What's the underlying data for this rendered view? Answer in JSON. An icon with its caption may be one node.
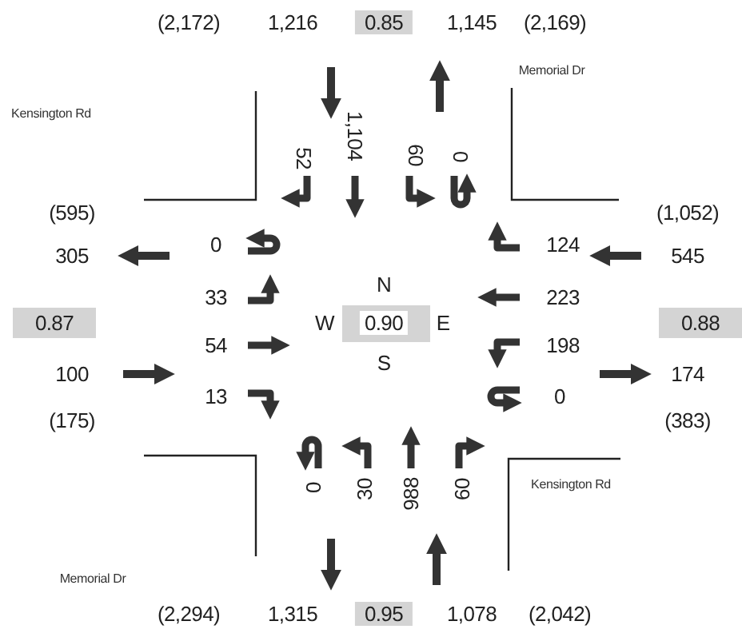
{
  "diagram": {
    "labels": [
      "(2,172)",
      "1,216",
      "0.85",
      "1,145",
      "(2,169)",
      "Memorial Dr",
      "1,104",
      "Kensington Rd",
      "52",
      "60",
      "0",
      "(595)",
      "(1,052)",
      "0",
      "124",
      "305",
      "545",
      "N",
      "33",
      "223",
      "0.87",
      "W",
      "0.90",
      "E",
      "0.88",
      "54",
      "198",
      "100",
      "S",
      "174",
      "13",
      "0",
      "(175)",
      "(383)",
      "0",
      "30",
      "988",
      "60",
      "Kensington Rd",
      "Memorial Dr",
      "(2,294)",
      "1,315",
      "0.95",
      "1,078",
      "(2,042)"
    ]
  }
}
